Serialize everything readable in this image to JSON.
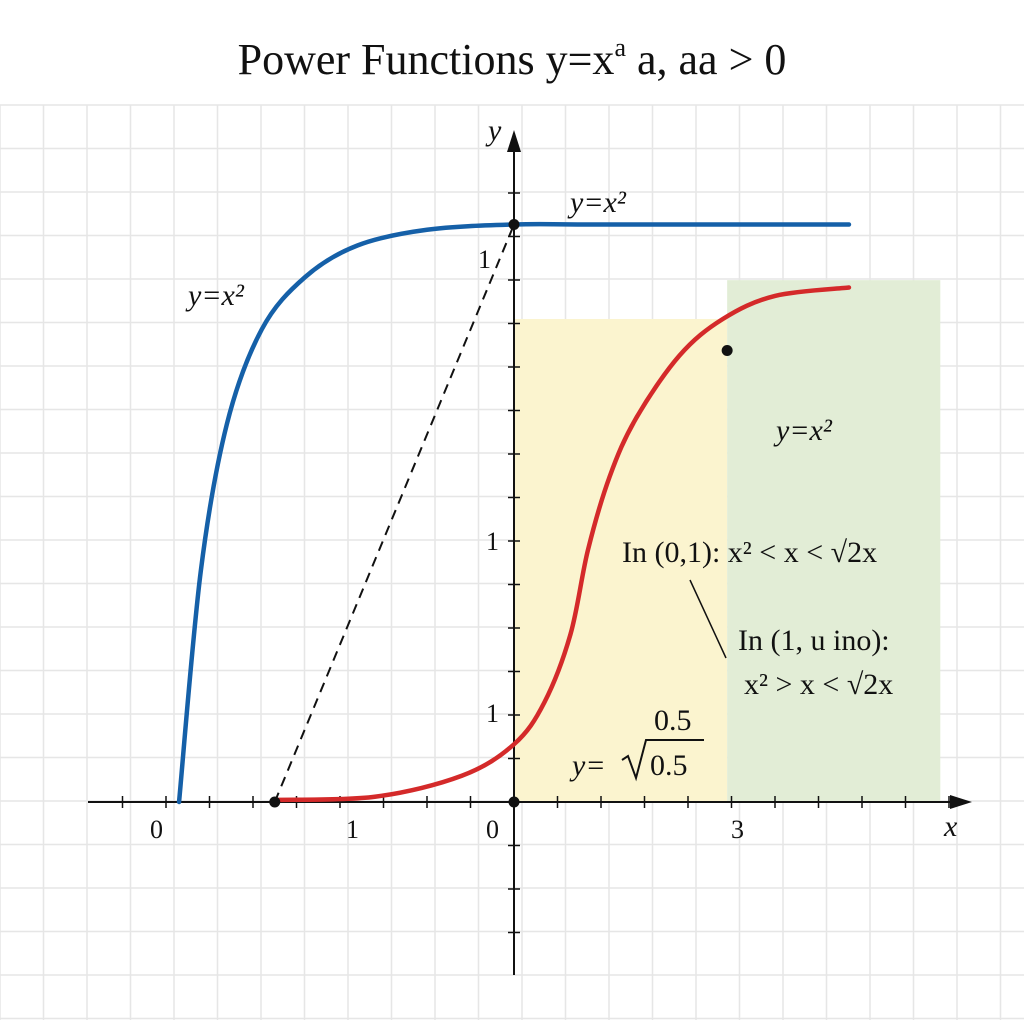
{
  "title": "Power Functions y=x^a a, aa > 0",
  "chart_data": {
    "type": "line",
    "title": "Power Functions y=x^a a, aa > 0",
    "xlabel": "x",
    "ylabel": "y",
    "x_tick_labels": [
      "0",
      "1",
      "0",
      "3"
    ],
    "y_tick_labels": [
      "1",
      "1",
      "1"
    ],
    "grid": true,
    "series": [
      {
        "name": "y=x^2",
        "color": "#1560a8",
        "points": [
          [
            -3.85,
            0
          ],
          [
            -3.6,
            2.2
          ],
          [
            -3.3,
            3.6
          ],
          [
            -2.9,
            4.5
          ],
          [
            -2.4,
            5.0
          ],
          [
            -1.8,
            5.3
          ],
          [
            -1.0,
            5.45
          ],
          [
            0,
            5.5
          ],
          [
            1.0,
            5.5
          ],
          [
            3.85,
            5.5
          ]
        ]
      },
      {
        "name": "y=x^2",
        "color": "#d42a2a",
        "points": [
          [
            -2.75,
            0.02
          ],
          [
            -1.6,
            0.05
          ],
          [
            -0.6,
            0.25
          ],
          [
            0,
            0.55
          ],
          [
            0.35,
            0.95
          ],
          [
            0.65,
            1.6
          ],
          [
            0.85,
            2.4
          ],
          [
            1.1,
            3.1
          ],
          [
            1.4,
            3.65
          ],
          [
            1.9,
            4.25
          ],
          [
            2.4,
            4.6
          ],
          [
            3.0,
            4.82
          ],
          [
            3.85,
            4.9
          ]
        ]
      }
    ],
    "dashed_line": [
      [
        -2.75,
        0
      ],
      [
        0,
        5.5
      ]
    ],
    "points": [
      [
        0,
        5.5
      ],
      [
        -2.75,
        0
      ],
      [
        0,
        0
      ],
      [
        2.45,
        4.3
      ]
    ],
    "shaded_regions": [
      {
        "color": "#fbf4cf",
        "x": [
          0,
          2.45
        ]
      },
      {
        "color": "#e2edd6",
        "x": [
          2.45,
          4.9
        ]
      }
    ],
    "annotations": {
      "top_label": "y=x²",
      "left_label": "y=x²",
      "green_label": "y=x²",
      "interval_1": "In (0,1): x² < x < √2x",
      "interval_2_line1": "In (1, u ino):",
      "interval_2_line2": "x² > x < √2x",
      "sqrt_top": "0.5",
      "sqrt_label_y": "y=",
      "sqrt_label_val": "0.5"
    }
  }
}
